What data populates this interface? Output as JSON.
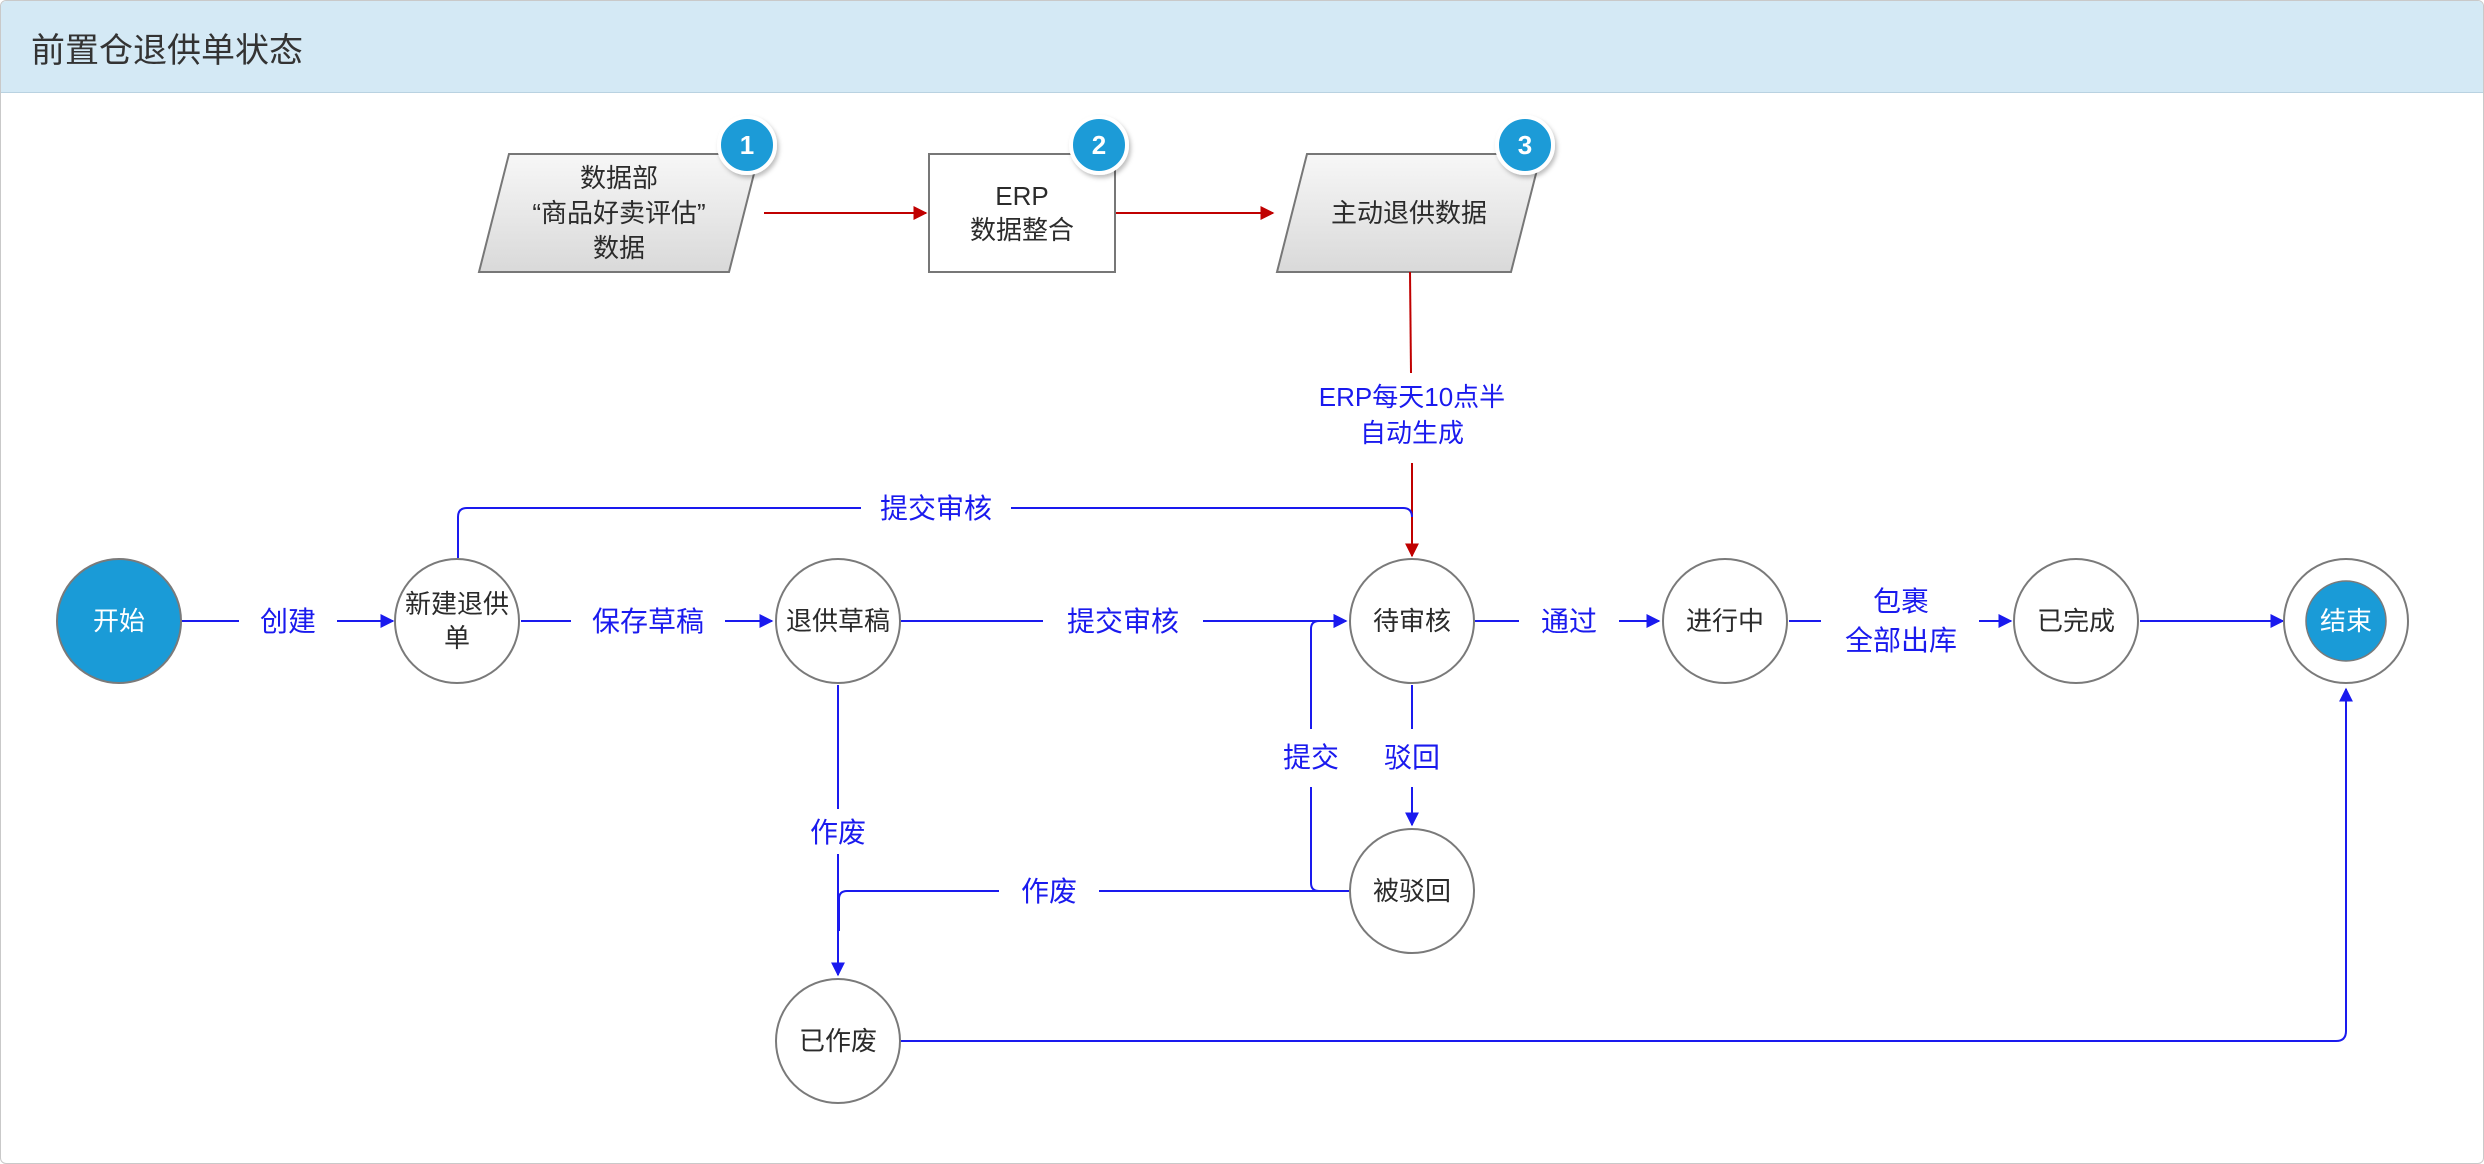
{
  "header": {
    "title": "前置仓退供单状态"
  },
  "colors": {
    "header_bg": "#d4e9f5",
    "accent": "#1a9bd7",
    "flow_blue": "#1a1aee",
    "flow_red": "#c00000"
  },
  "top_flow": {
    "data_dept": {
      "line1": "数据部",
      "line2": "“商品好卖评估”",
      "line3": "数据",
      "badge": "1"
    },
    "erp_merge": {
      "line1": "ERP",
      "line2": "数据整合",
      "badge": "2"
    },
    "auto_return": {
      "label": "主动退供数据",
      "badge": "3"
    },
    "schedule_label": {
      "line1": "ERP每天10点半",
      "line2": "自动生成"
    }
  },
  "states": {
    "start": "开始",
    "new_order": {
      "line1": "新建退供",
      "line2": "单"
    },
    "draft": "退供草稿",
    "pending": "待审核",
    "in_progress": "进行中",
    "completed": "已完成",
    "end": "结束",
    "rejected": "被驳回",
    "voided": "已作废"
  },
  "transitions": {
    "create": "创建",
    "save_draft": "保存草稿",
    "submit_review_draft": "提交审核",
    "submit_review_new": "提交审核",
    "approve": "通过",
    "package": {
      "line1": "包裹",
      "line2": "全部出库"
    },
    "reject": "驳回",
    "resubmit": "提交",
    "void_draft": "作废",
    "void_rejected": "作废"
  }
}
